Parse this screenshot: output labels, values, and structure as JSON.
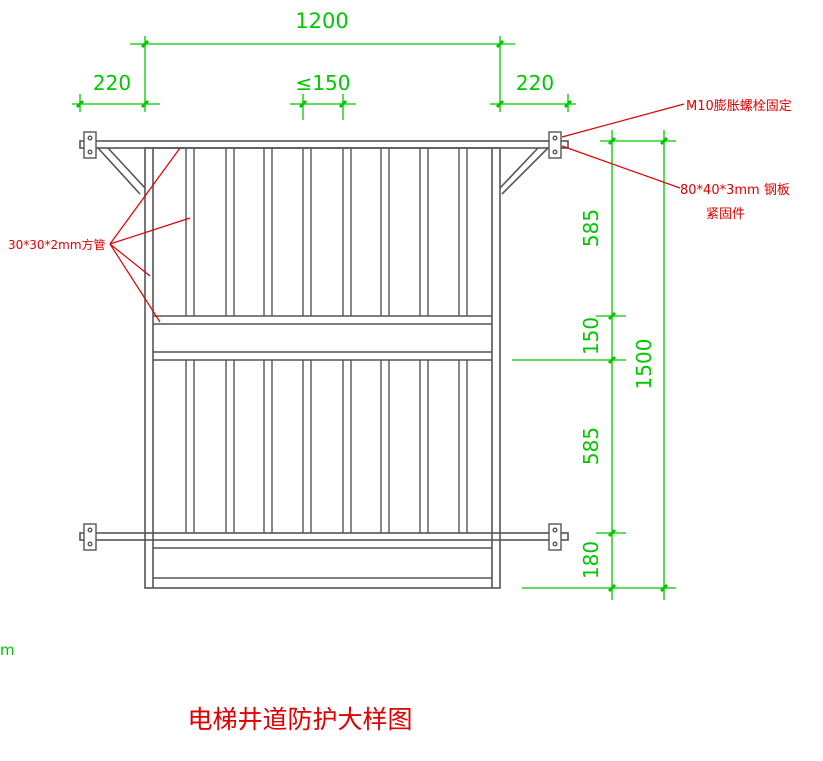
{
  "title": "电梯井道防护大样图",
  "colors": {
    "frame": "#555555",
    "dimension": "#00c800",
    "annotation": "#e00000",
    "background": "#ffffff"
  },
  "dimensions": {
    "total_width": "1200",
    "left_overhang": "220",
    "bar_spacing": "≤150",
    "right_overhang": "220",
    "top_panel_height": "585",
    "middle_band_height": "150",
    "total_height": "1500",
    "bottom_panel_height": "585",
    "bottom_band_height": "180"
  },
  "annotations": {
    "anchor_bolt": "M10膨胀螺栓固定",
    "steel_plate_line1": "80*40*3mm 钢板",
    "steel_plate_line2": "紧固件",
    "square_tube": "30*30*2mm方管"
  },
  "edge_text": "m"
}
